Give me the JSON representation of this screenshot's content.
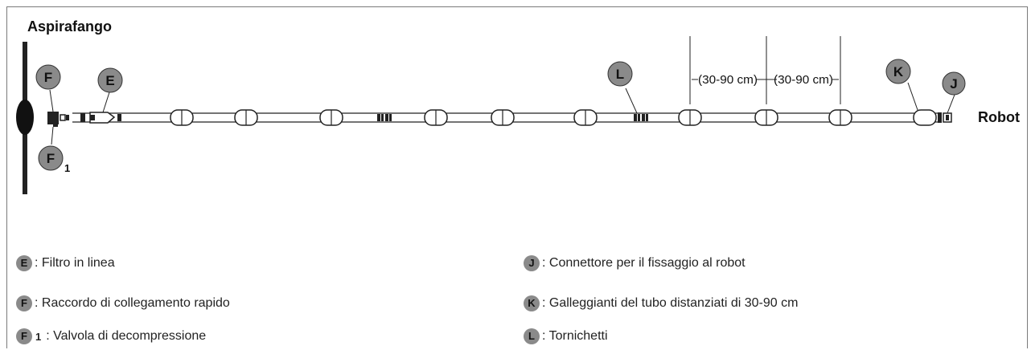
{
  "title": "Aspirafango",
  "robot_label": "Robot",
  "dimension_label": "(30-90 cm)",
  "callouts": {
    "F": "F",
    "E": "E",
    "L": "L",
    "K": "K",
    "J": "J",
    "F1_letter": "F",
    "F1_sub": "1"
  },
  "legend": {
    "left": [
      {
        "badge": "E",
        "text": ": Filtro in linea"
      },
      {
        "badge": "F",
        "text": ": Raccordo di collegamento rapido"
      },
      {
        "badge": "F",
        "sub": "1",
        "text": " : Valvola di decompressione"
      }
    ],
    "right": [
      {
        "badge": "J",
        "text": ": Connettore per il fissaggio al robot"
      },
      {
        "badge": "K",
        "text": ": Galleggianti del tubo distanziati di 30-90 cm"
      },
      {
        "badge": "L",
        "text": ": Tornichetti"
      }
    ]
  },
  "colors": {
    "badge": "#8a8a8a",
    "line": "#222222",
    "frame": "#7a7a7a"
  }
}
